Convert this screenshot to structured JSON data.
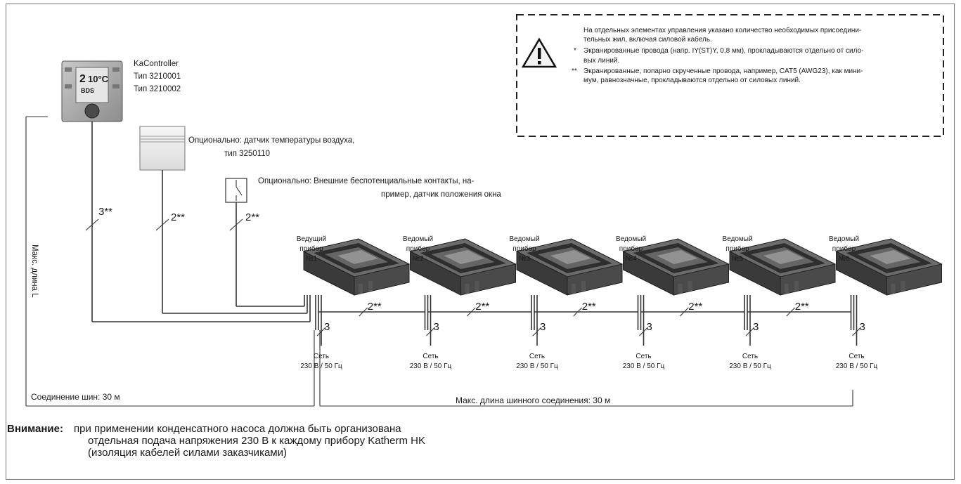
{
  "controller": {
    "name": "KaController",
    "type1": "Тип 3210001",
    "type2": "Тип 3210002",
    "display_temp": "10°C",
    "display_digit": "2",
    "display_code": "BDS"
  },
  "sensor": {
    "label_line1": "Опционально: датчик температуры воздуха,",
    "label_line2": "тип 3250110"
  },
  "contacts": {
    "label_line1": "Опционально: Внешние беспотенциальные контакты, на-",
    "label_line2": "пример, датчик положения окна"
  },
  "notes": {
    "line1": "На отдельных элементах управления  указано количество необходимых присоедини-",
    "line2": "тельных жил, включая силовой кабель.",
    "star1_mark": "*",
    "star1_line1": "Экранированные провода (напр. IY(ST)Y, 0,8 мм), прокладываются отдельно от сило-",
    "star1_line2": "вых линий.",
    "star2_mark": "**",
    "star2_line1": "Экранированные, попарно скрученные провода, например, CAT5 (AWG23), как мини-",
    "star2_line2": "мум, равнозначные, прокладываются отдельно от силовых линий."
  },
  "wire_labels": {
    "controller": "3**",
    "sensor": "2**",
    "contacts": "2**",
    "bus": "2**",
    "power": "3"
  },
  "devices": [
    {
      "role": "Ведущий",
      "word": "прибор",
      "num": "№1"
    },
    {
      "role": "Ведомый",
      "word": "прибор",
      "num": "№2"
    },
    {
      "role": "Ведомый",
      "word": "прибор",
      "num": "№3"
    },
    {
      "role": "Ведомый",
      "word": "прибор",
      "num": "№4"
    },
    {
      "role": "Ведомый",
      "word": "прибор",
      "num": "№5"
    },
    {
      "role": "Ведомый",
      "word": "прибор",
      "num": "№6"
    }
  ],
  "power": {
    "line1": "Сеть",
    "line2": "230 В / 50 Гц"
  },
  "lengths": {
    "vertical": "Макс. длина L",
    "bus_short": "Соединение шин: 30 м",
    "bus_long": "Макс. длина шинного соединения: 30 м"
  },
  "attention": {
    "label": "Внимание:",
    "line1": "при применении конденсатного насоса должна быть организована",
    "line2": "отдельная подача напряжения 230 В к каждому прибору Katherm HK",
    "line3": "(изоляция кабелей силами заказчиками)"
  }
}
